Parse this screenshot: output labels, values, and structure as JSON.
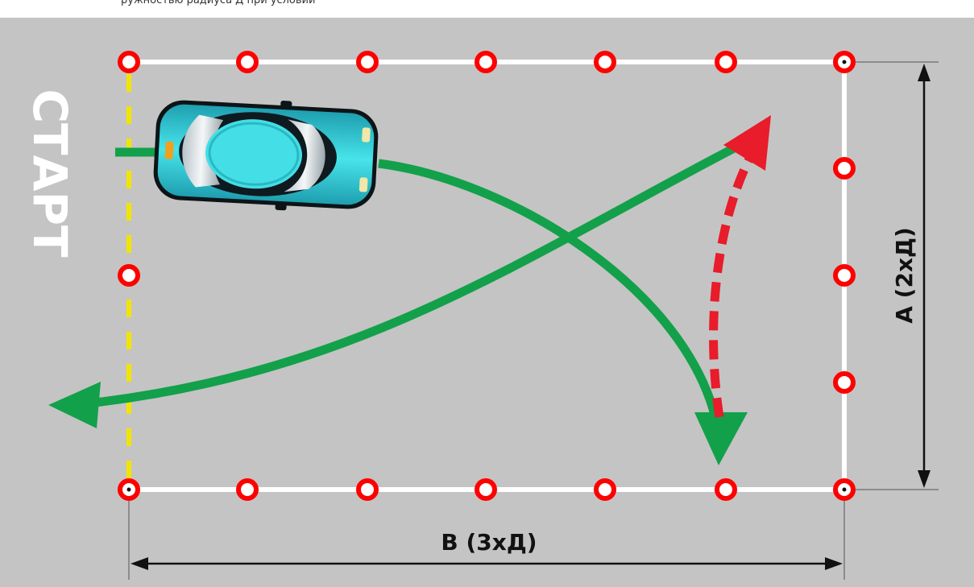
{
  "top_text": "ружностью радиуса Д при условии",
  "start_label": "СТАРТ",
  "dimension_a": "А (2хД)",
  "dimension_b": "В (3хД)",
  "colors": {
    "ground": "#c4c4c4",
    "boundary": "#ffffff",
    "marker": "#ff0000",
    "start_line": "#f2e400",
    "green_path": "#13a04a",
    "red_path": "#e81c2a",
    "car_body": "#3dd6dc",
    "dimension_line": "#111111"
  },
  "icons": {
    "car": "car-top-view-icon",
    "marker": "cone-marker-icon"
  }
}
